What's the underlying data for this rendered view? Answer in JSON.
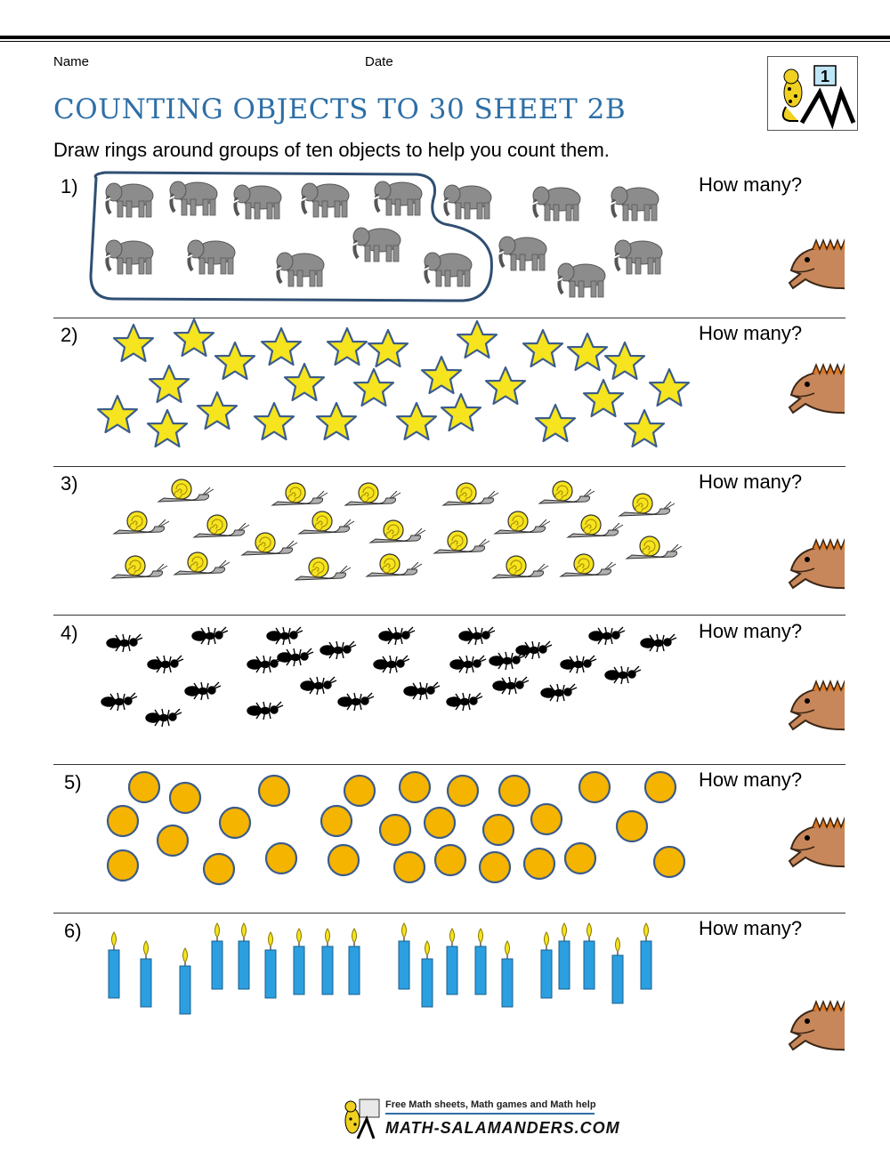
{
  "header": {
    "name_label": "Name",
    "date_label": "Date",
    "title": "COUNTING OBJECTS TO 30 SHEET 2B",
    "instruction": "Draw rings around groups of ten objects to help you count them.",
    "logo_digit": "1"
  },
  "questions": [
    {
      "number": "1)",
      "object": "elephant",
      "prompt": "How many?"
    },
    {
      "number": "2)",
      "object": "star",
      "prompt": "How many?"
    },
    {
      "number": "3)",
      "object": "snail",
      "prompt": "How many?"
    },
    {
      "number": "4)",
      "object": "ant",
      "prompt": "How many?"
    },
    {
      "number": "5)",
      "object": "circle",
      "prompt": "How many?"
    },
    {
      "number": "6)",
      "object": "candle",
      "prompt": "How many?"
    }
  ],
  "footer": {
    "tagline": "Free Math sheets, Math games and Math help",
    "brand": "MATH-SALAMANDERS.COM"
  },
  "colors": {
    "title_blue": "#2e6fa6",
    "star_yellow": "#f5e41e",
    "circle_orange": "#f5b400",
    "candle_blue": "#2b9fe0",
    "elephant_gray": "#8c8c8c",
    "ring_blue": "#2f4f72"
  }
}
